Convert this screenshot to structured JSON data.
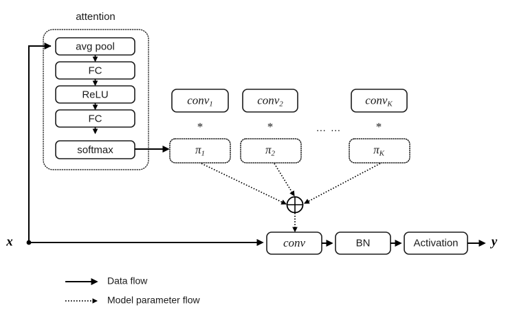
{
  "figure": {
    "title": "Dynamic convolution block diagram",
    "background_color": "#ffffff",
    "stroke_color": "#000000"
  },
  "attention": {
    "group_label": "attention",
    "nodes": [
      {
        "label": "avg pool"
      },
      {
        "label": "FC"
      },
      {
        "label": "ReLU"
      },
      {
        "label": "FC"
      },
      {
        "label": "softmax"
      }
    ]
  },
  "kernels": {
    "conv_boxes": [
      {
        "base": "conv",
        "sub": "1"
      },
      {
        "base": "conv",
        "sub": "2"
      },
      {
        "base": "conv",
        "sub": "K"
      }
    ],
    "pi_boxes": [
      {
        "base": "π",
        "sub": "1"
      },
      {
        "base": "π",
        "sub": "2"
      },
      {
        "base": "π",
        "sub": "K"
      }
    ],
    "multiply_symbol": "*",
    "ellipsis": "… …"
  },
  "aggregation": {
    "sum_symbol": "⊕"
  },
  "main_path": {
    "input_label": "x",
    "output_label": "y",
    "nodes": [
      {
        "base": "conv",
        "sub": ""
      },
      {
        "label": "BN"
      },
      {
        "label": "Activation"
      }
    ]
  },
  "legend": {
    "items": [
      {
        "label": "Data flow",
        "style": "solid"
      },
      {
        "label": "Model parameter flow",
        "style": "dotted"
      }
    ]
  }
}
